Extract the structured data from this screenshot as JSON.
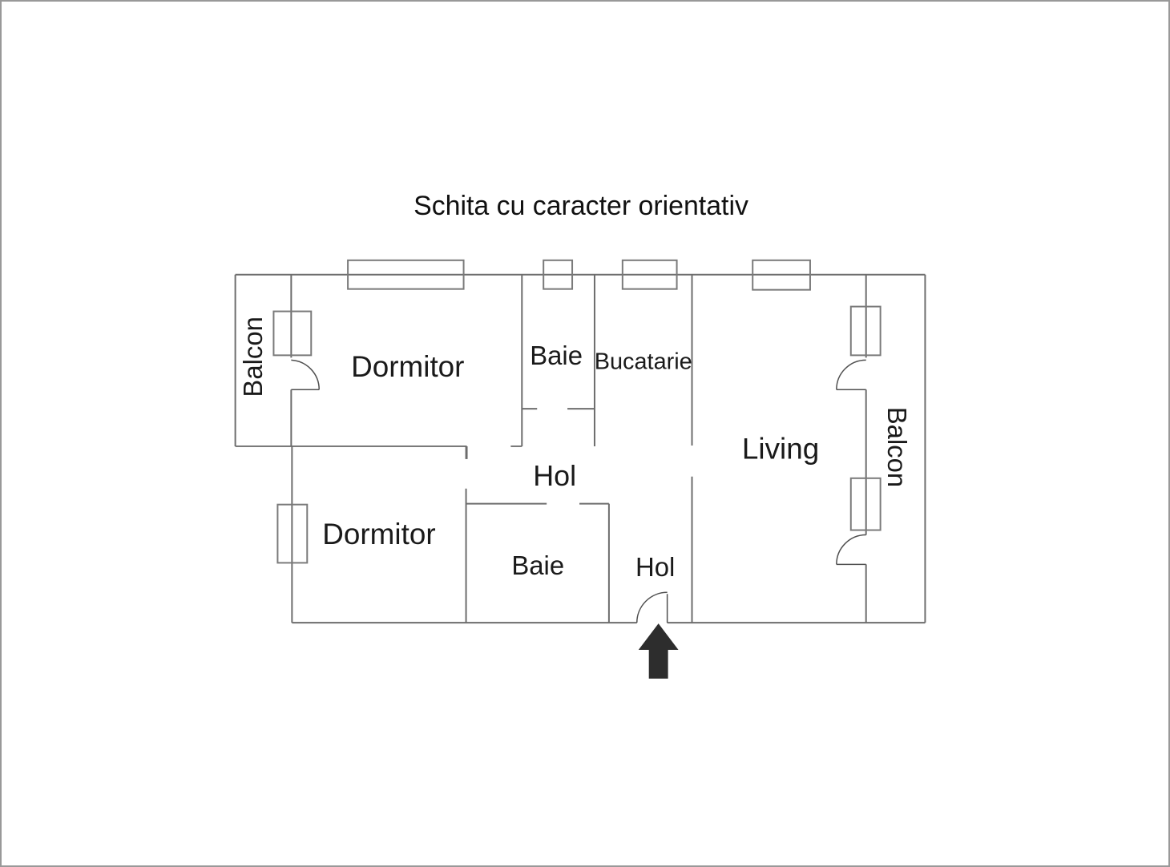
{
  "page": {
    "title": "Schita cu caracter orientativ"
  },
  "floor_plan": {
    "rooms": [
      {
        "id": "balcon-left",
        "label": "Balcon"
      },
      {
        "id": "dormitor-top",
        "label": "Dormitor"
      },
      {
        "id": "baie-top",
        "label": "Baie"
      },
      {
        "id": "bucatarie",
        "label": "Bucatarie"
      },
      {
        "id": "living",
        "label": "Living"
      },
      {
        "id": "balcon-right",
        "label": "Balcon"
      },
      {
        "id": "hol-upper",
        "label": "Hol"
      },
      {
        "id": "dormitor-lower",
        "label": "Dormitor"
      },
      {
        "id": "baie-lower",
        "label": "Baie"
      },
      {
        "id": "hol-lower",
        "label": "Hol"
      }
    ],
    "icons": {
      "entrance_arrow": "up-arrow"
    },
    "colors": {
      "wall": "#6d6d6d",
      "window": "#7a7a7a",
      "door": "#4f4f4f",
      "text": "#1a1a1a",
      "arrow": "#2d2d2d",
      "frame": "#999999",
      "background": "#ffffff"
    }
  }
}
